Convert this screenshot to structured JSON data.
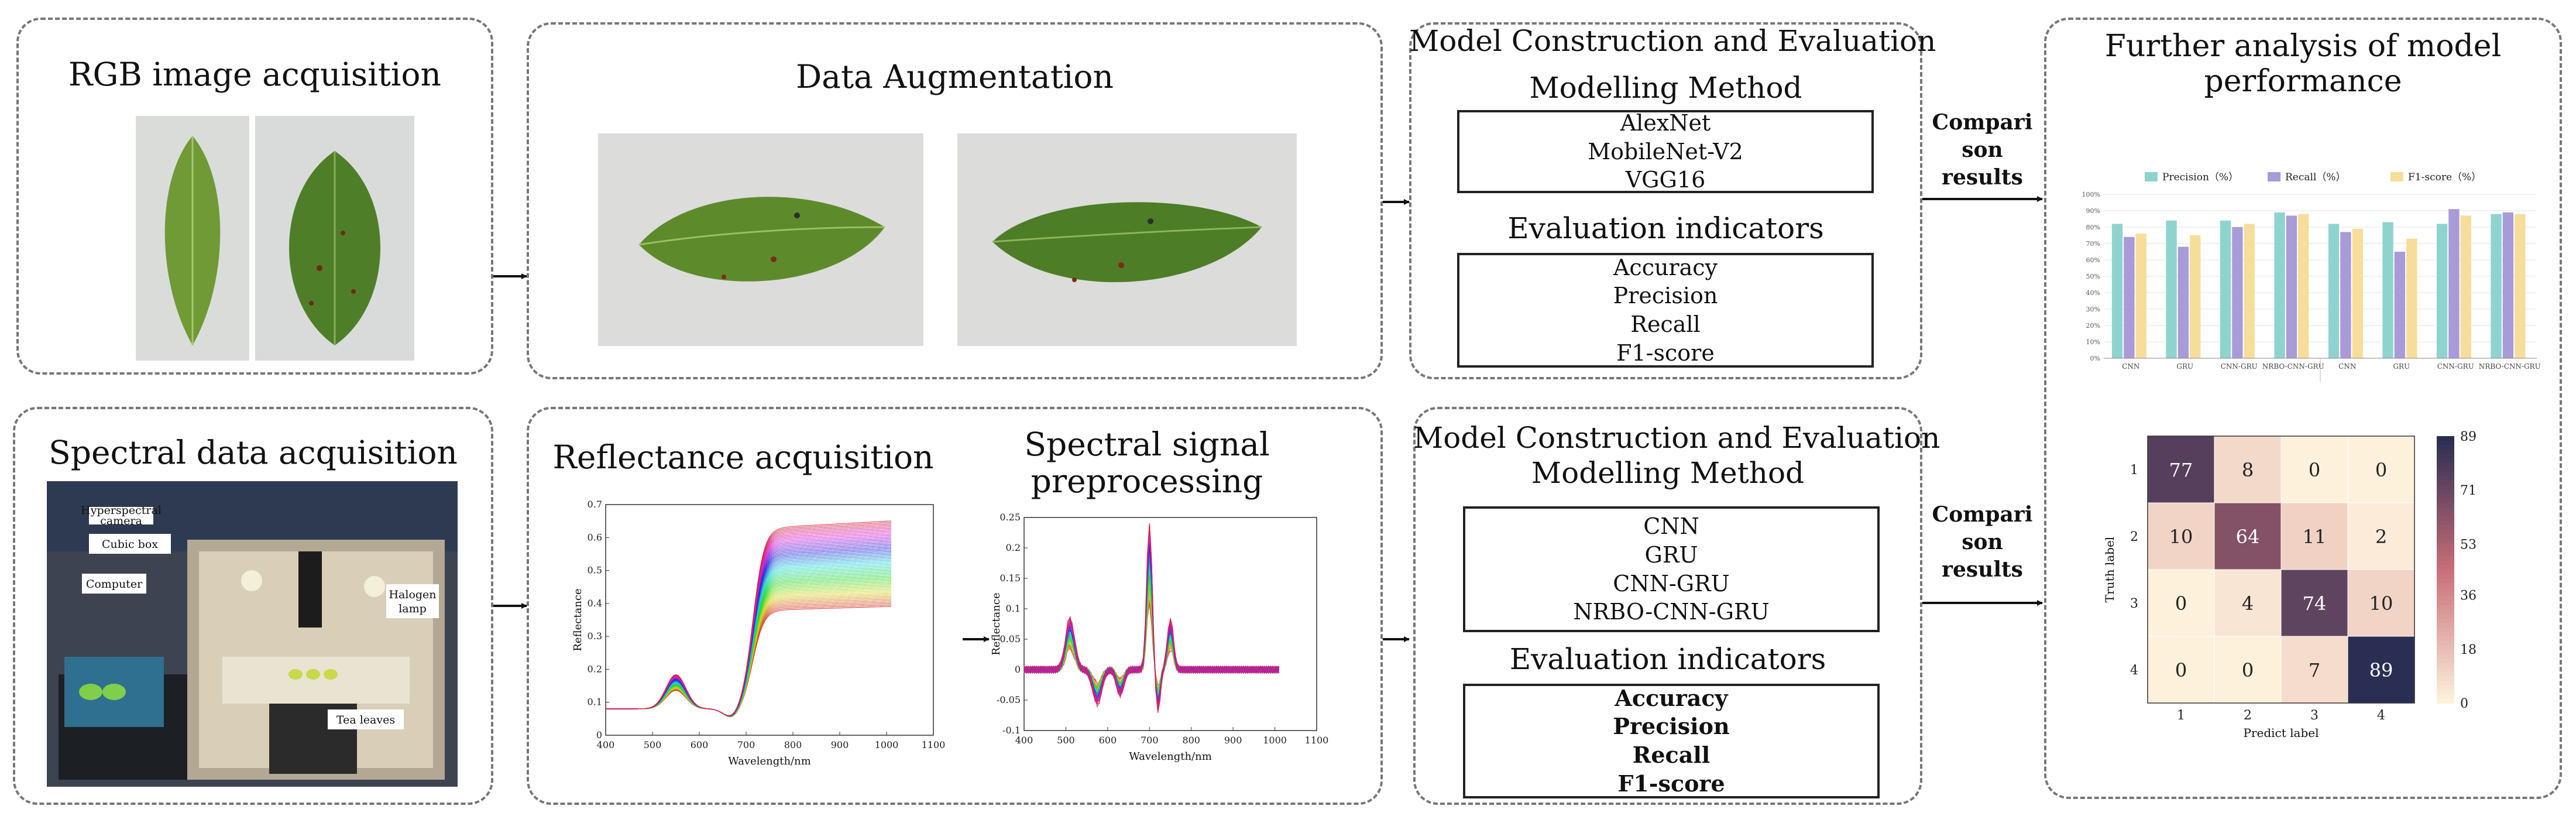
{
  "rgb_panel": {
    "title": "RGB image acquisition"
  },
  "aug_panel": {
    "title": "Data Augmentation"
  },
  "model_top": {
    "title": "Model Construction and Evaluation",
    "method_heading": "Modelling Method",
    "methods": [
      "AlexNet",
      "MobileNet-V2",
      "VGG16"
    ],
    "eval_heading": "Evaluation indicators",
    "indicators": [
      "Accuracy",
      "Precision",
      "Recall",
      "F1-score"
    ]
  },
  "model_bottom": {
    "title": "Model Construction and Evaluation",
    "method_heading": "Modelling Method",
    "methods": [
      "CNN",
      "GRU",
      "CNN-GRU",
      "NRBO-CNN-GRU"
    ],
    "eval_heading": "Evaluation indicators",
    "indicators": [
      "Accuracy",
      "Precision",
      "Recall",
      "F1-score"
    ]
  },
  "spectral_panel": {
    "title": "Spectral data acquisition",
    "labels": [
      "Hyperspectral",
      "camera",
      "Cubic box",
      "Computer",
      "Halogen",
      "lamp",
      "Tea leaves"
    ]
  },
  "reflectance_panel": {
    "title": "Reflectance acquisition"
  },
  "preprocess_panel": {
    "title_line1": "Spectral signal",
    "title_line2": "preprocessing"
  },
  "further_panel": {
    "title_line1": "Further analysis of model",
    "title_line2": "performance"
  },
  "comparison": {
    "line1": "Compari",
    "line2": "son",
    "line3": "results"
  },
  "colors": {
    "border": "#777777",
    "leaf": "#5f8f2e",
    "bar1": "#8fd3cf",
    "bar2": "#a99ad8",
    "bar3": "#f7dd9a",
    "cm_dark": "#2a2e52",
    "cm_light": "#fdf1dc"
  },
  "chart_data": [
    {
      "type": "line",
      "id": "reflectance",
      "xlabel": "Wavelength/nm",
      "ylabel": "Reflectance",
      "xlim": [
        400,
        1100
      ],
      "ylim": [
        0,
        0.7
      ],
      "xticks": [
        400,
        500,
        600,
        700,
        800,
        900,
        1000,
        1100
      ],
      "yticks": [
        0,
        0.1,
        0.2,
        0.3,
        0.4,
        0.5,
        0.6,
        0.7
      ]
    },
    {
      "type": "line",
      "id": "preprocessed",
      "xlabel": "Wavelength/nm",
      "ylabel": "Reflectance",
      "xlim": [
        400,
        1100
      ],
      "ylim": [
        -0.1,
        0.25
      ],
      "xticks": [
        400,
        500,
        600,
        700,
        800,
        900,
        1000,
        1100
      ],
      "yticks": [
        -0.1,
        -0.05,
        0,
        0.05,
        0.1,
        0.15,
        0.2,
        0.25
      ]
    },
    {
      "type": "bar",
      "id": "performance",
      "series": [
        {
          "name": "Precision（%）",
          "values": [
            82,
            84,
            84,
            89,
            82,
            83,
            82,
            88
          ]
        },
        {
          "name": "Recall（%）",
          "values": [
            74,
            68,
            80,
            87,
            77,
            65,
            91,
            89
          ]
        },
        {
          "name": "F1-score（%）",
          "values": [
            76,
            75,
            82,
            88,
            79,
            73,
            87,
            88
          ]
        }
      ],
      "categories": [
        "CNN",
        "GRU",
        "CNN-GRU",
        "NRBO-CNN-GRU",
        "CNN",
        "GRU",
        "CNN-GRU",
        "NRBO-CNN-GRU"
      ],
      "ylim": [
        0,
        100
      ]
    },
    {
      "type": "heatmap",
      "id": "confusion",
      "xlabel": "Predict label",
      "ylabel": "Truth label",
      "labels": [
        "1",
        "2",
        "3",
        "4"
      ],
      "matrix": [
        [
          77,
          8,
          0,
          0
        ],
        [
          10,
          64,
          11,
          2
        ],
        [
          0,
          4,
          74,
          10
        ],
        [
          0,
          0,
          7,
          89
        ]
      ],
      "colorbar_ticks": [
        89,
        71,
        53,
        36,
        18,
        0
      ],
      "vmin": 0,
      "vmax": 89
    }
  ]
}
